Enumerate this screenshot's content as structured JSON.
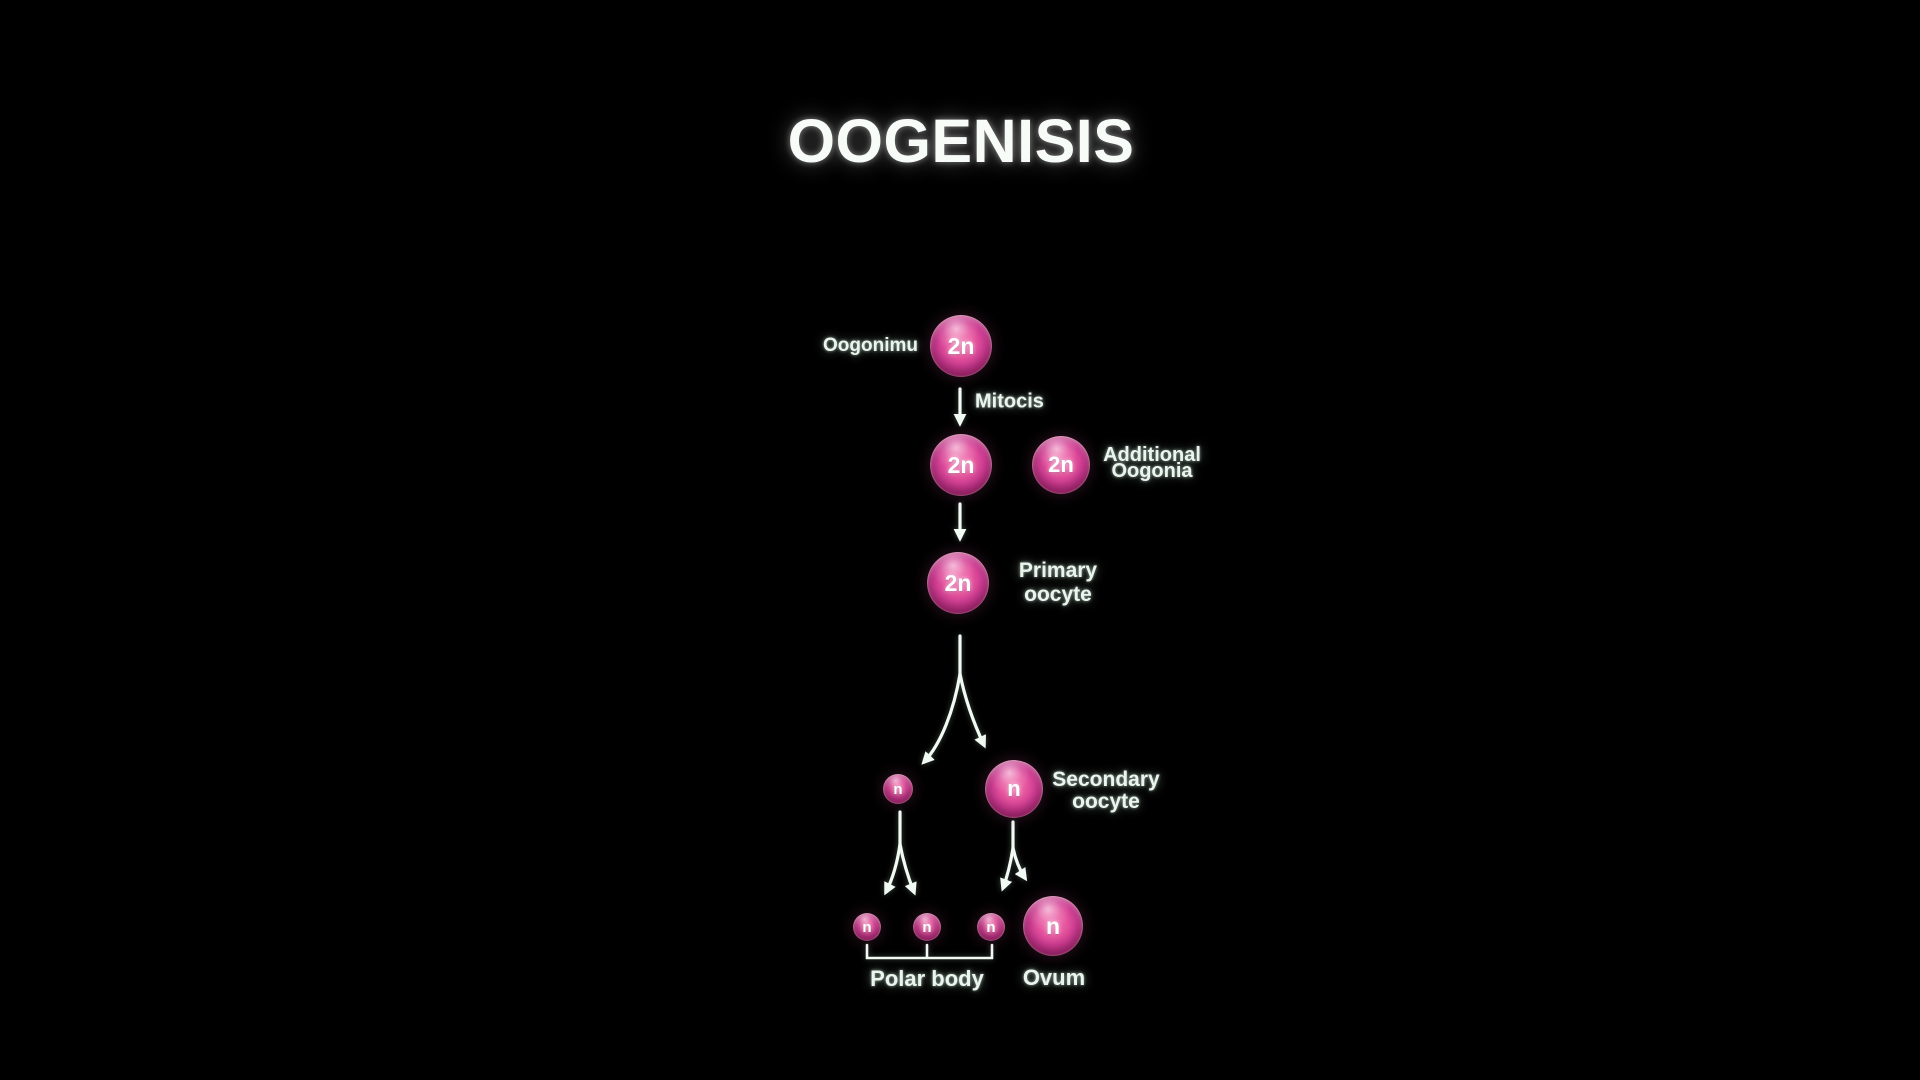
{
  "title": "OOGENISIS",
  "labels": {
    "oogonium": "Oogonimu",
    "mitosis": "Mitocis",
    "additional_oogonia": [
      "Additional",
      "Oogonia"
    ],
    "primary_oocyte": [
      "Primary",
      "oocyte"
    ],
    "secondary_oocyte": [
      "Secondary",
      "oocyte"
    ],
    "polar_body": "Polar body",
    "ovum": "Ovum"
  },
  "cells": {
    "oogonium": "2n",
    "daughter_oogonium": "2n",
    "additional_oogonium": "2n",
    "primary_oocyte": "2n",
    "first_polar_body": "n",
    "secondary_oocyte": "n",
    "polar_body_1": "n",
    "polar_body_2": "n",
    "polar_body_3": "n",
    "ovum": "n"
  },
  "colors": {
    "background": "#000000",
    "cell_body": "#d23f95",
    "cell_nucleus": "#e8579f",
    "cell_rim": "#e5c2ae",
    "label_text": "#eaf5ee",
    "title_text": "#f7fcf9",
    "arrow": "#f2faf4"
  }
}
